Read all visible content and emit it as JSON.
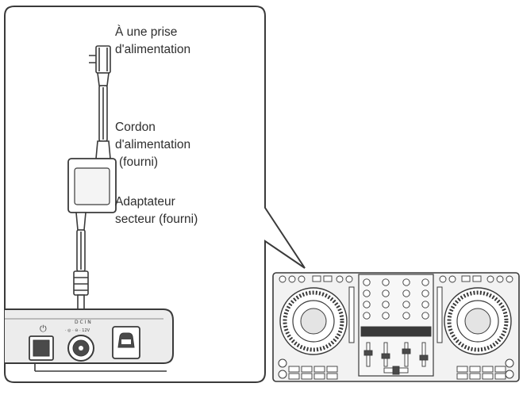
{
  "labels": {
    "outlet": {
      "line1": "À une prise",
      "line2": "d'alimentation"
    },
    "power_cord": {
      "line1": "Cordon",
      "line2": "d'alimentation",
      "line3": "(fourni)"
    },
    "adapter": {
      "line1": "Adaptateur",
      "line2": "secteur (fourni)"
    }
  },
  "colors": {
    "line": "#3a3a3a",
    "panel": "#e9e9e9",
    "dark": "#4a4a4a"
  }
}
